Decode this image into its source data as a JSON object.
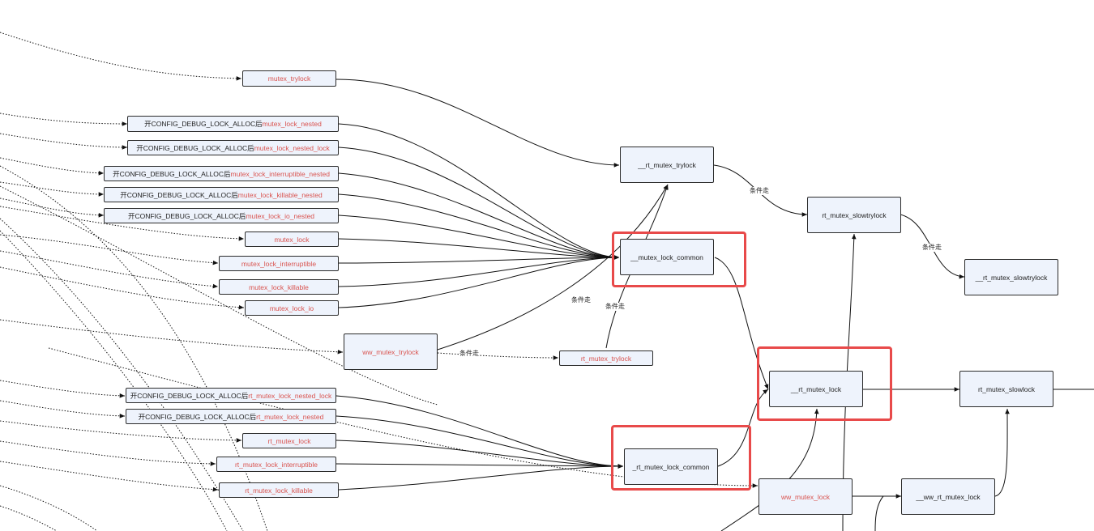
{
  "nodes": {
    "mutex_trylock": {
      "prefix": "",
      "name": "mutex_trylock"
    },
    "mutex_lock_nested": {
      "prefix": "开CONFIG_DEBUG_LOCK_ALLOC后",
      "name": "mutex_lock_nested"
    },
    "mutex_lock_nested_lock": {
      "prefix": "开CONFIG_DEBUG_LOCK_ALLOC后",
      "name": "mutex_lock_nested_lock"
    },
    "mutex_lock_interruptible_nested": {
      "prefix": "开CONFIG_DEBUG_LOCK_ALLOC后",
      "name": "mutex_lock_interruptible_nested"
    },
    "mutex_lock_killable_nested": {
      "prefix": "开CONFIG_DEBUG_LOCK_ALLOC后",
      "name": "mutex_lock_killable_nested"
    },
    "mutex_lock_io_nested": {
      "prefix": "开CONFIG_DEBUG_LOCK_ALLOC后",
      "name": "mutex_lock_io_nested"
    },
    "mutex_lock": {
      "prefix": "",
      "name": "mutex_lock"
    },
    "mutex_lock_interruptible": {
      "prefix": "",
      "name": "mutex_lock_interruptible"
    },
    "mutex_lock_killable": {
      "prefix": "",
      "name": "mutex_lock_killable"
    },
    "mutex_lock_io": {
      "prefix": "",
      "name": "mutex_lock_io"
    },
    "ww_mutex_trylock": {
      "prefix": "",
      "name": "ww_mutex_trylock"
    },
    "rt_mutex_trylock": {
      "prefix": "",
      "name": "rt_mutex_trylock"
    },
    "rt_mutex_lock_nested_lock": {
      "prefix": "开CONFIG_DEBUG_LOCK_ALLOC后",
      "name": "rt_mutex_lock_nested_lock"
    },
    "rt_mutex_lock_nested": {
      "prefix": "开CONFIG_DEBUG_LOCK_ALLOC后",
      "name": "rt_mutex_lock_nested"
    },
    "rt_mutex_lock": {
      "prefix": "",
      "name": "rt_mutex_lock"
    },
    "rt_mutex_lock_interruptible": {
      "prefix": "",
      "name": "rt_mutex_lock_interruptible"
    },
    "rt_mutex_lock_killable": {
      "prefix": "",
      "name": "rt_mutex_lock_killable"
    },
    "__rt_mutex_trylock": {
      "prefix": "",
      "name": "__rt_mutex_trylock"
    },
    "__mutex_lock_common": {
      "prefix": "",
      "name": "__mutex_lock_common"
    },
    "_rt_mutex_lock_common": {
      "prefix": "",
      "name": "_rt_mutex_lock_common"
    },
    "rt_mutex_slowtrylock": {
      "prefix": "",
      "name": "rt_mutex_slowtrylock"
    },
    "__rt_mutex_slowtrylock": {
      "prefix": "",
      "name": "__rt_mutex_slowtrylock"
    },
    "__rt_mutex_lock": {
      "prefix": "",
      "name": "__rt_mutex_lock"
    },
    "rt_mutex_slowlock": {
      "prefix": "",
      "name": "rt_mutex_slowlock"
    },
    "ww_mutex_lock": {
      "prefix": "",
      "name": "ww_mutex_lock"
    },
    "__ww_rt_mutex_lock": {
      "prefix": "",
      "name": "__ww_rt_mutex_lock"
    }
  },
  "edge_labels": {
    "cond_1": "条件走",
    "cond_2": "条件走",
    "cond_3": "条件走",
    "cond_4": "条件走",
    "cond_5": "条件走"
  },
  "colors": {
    "function_name": "#d9534f",
    "node_fill": "#eef3fc",
    "node_border": "#2b2b2b",
    "highlight": "#e84a4a",
    "edge": "#111111"
  }
}
